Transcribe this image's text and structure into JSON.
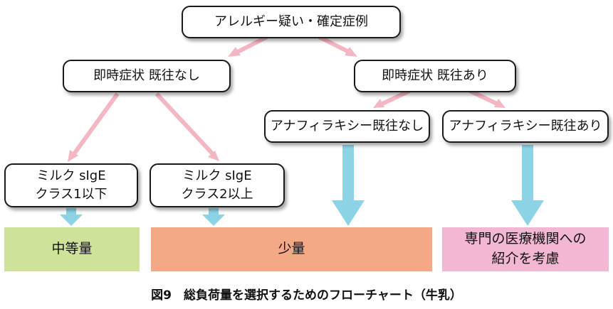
{
  "diagram": {
    "root": {
      "label": "アレルギー疑い・確定症例"
    },
    "branch_left": {
      "label": "即時症状 既往なし"
    },
    "branch_right": {
      "label": "即時症状 既往あり"
    },
    "milk_low": {
      "line1": "ミルク sIgE",
      "line2": "クラス1以下"
    },
    "milk_high": {
      "line1": "ミルク sIgE",
      "line2": "クラス2以上"
    },
    "anaphylaxis_none": {
      "label": "アナフィラキシー既往なし"
    },
    "anaphylaxis_yes": {
      "label": "アナフィラキシー既往あり"
    },
    "outcome_medium": {
      "label": "中等量"
    },
    "outcome_small": {
      "label": "少量"
    },
    "outcome_referral": {
      "line1": "専門の医療機関への",
      "line2": "紹介を考慮"
    }
  },
  "caption": "図9　総負荷量を選択するためのフローチャート（牛乳）",
  "colors": {
    "pink_arrow": "#f4b6c2",
    "blue_arrow": "#8dd3e6",
    "outcome_green": "#cfe29a",
    "outcome_salmon": "#f3a886",
    "outcome_pink": "#f2b8d3"
  }
}
